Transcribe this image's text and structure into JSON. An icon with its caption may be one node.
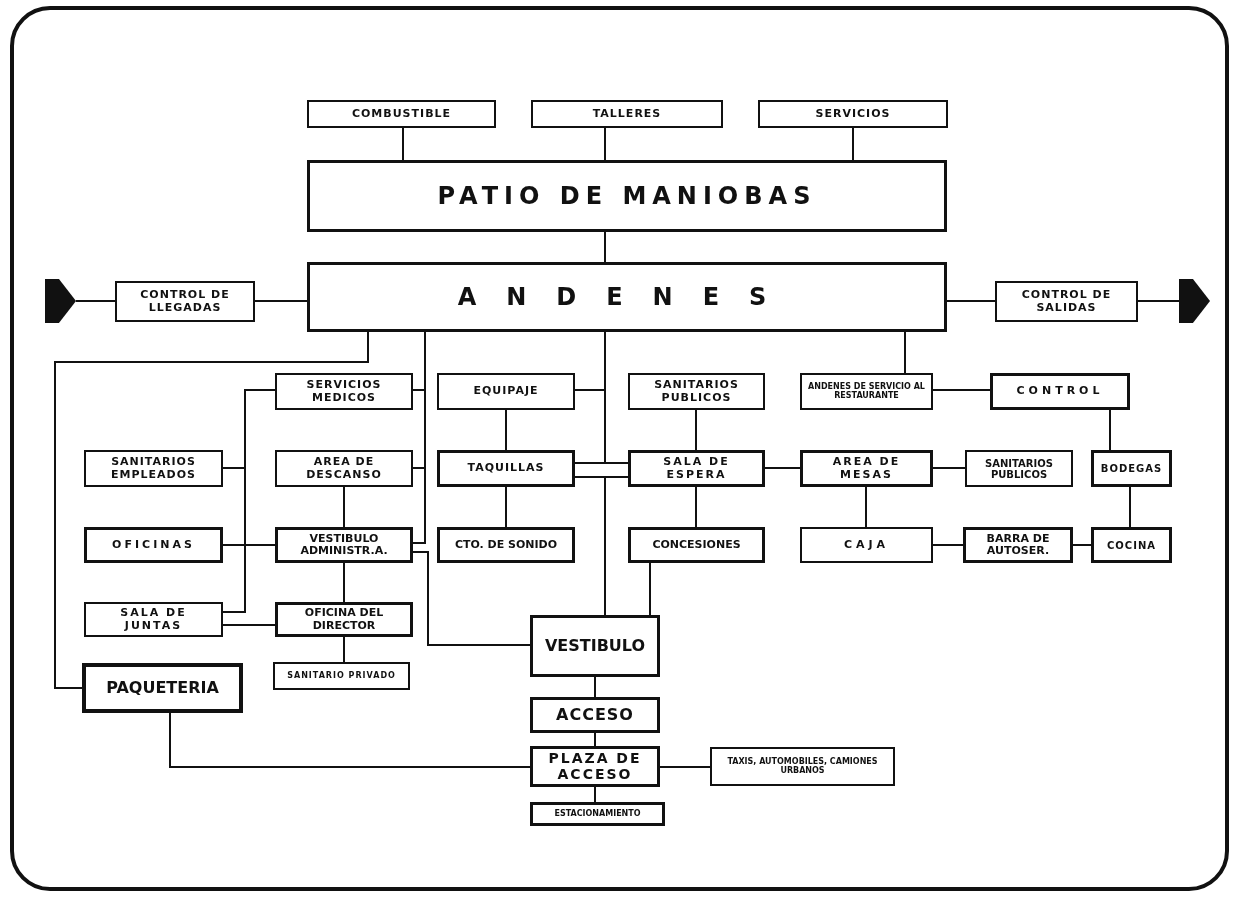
{
  "diagram": {
    "nodes": [
      {
        "text": [
          "COMBUSTIBLE"
        ]
      },
      {
        "text": [
          "TALLERES"
        ]
      },
      {
        "text": [
          "SERVICIOS"
        ]
      },
      {
        "text": [
          "PATIO DE MANIOBAS"
        ]
      },
      {
        "text": [
          "ANDENES"
        ]
      },
      {
        "text": [
          "CONTROL DE LLEGADAS"
        ]
      },
      {
        "text": [
          "CONTROL DE SALIDAS"
        ]
      },
      {
        "text": [
          "SERVICIOS MEDICOS"
        ]
      },
      {
        "text": [
          "EQUIPAJE"
        ]
      },
      {
        "text": [
          "SANITARIOS PUBLICOS"
        ]
      },
      {
        "text": [
          "ANDENES DE SERVICIO AL RESTAURANTE"
        ]
      },
      {
        "text": [
          "CONTROL"
        ]
      },
      {
        "text": [
          "SANITARIOS EMPLEADOS"
        ]
      },
      {
        "text": [
          "AREA DE DESCANSO"
        ]
      },
      {
        "text": [
          "TAQUILLAS"
        ]
      },
      {
        "text": [
          "SALA DE ESPERA"
        ]
      },
      {
        "text": [
          "AREA DE MESAS"
        ]
      },
      {
        "text": [
          "SANITARIOS PUBLICOS"
        ]
      },
      {
        "text": [
          "BODEGAS"
        ]
      },
      {
        "text": [
          "OFICINAS"
        ]
      },
      {
        "text": [
          "VESTIBULO ADMINISTR.A."
        ]
      },
      {
        "text": [
          "CTO. DE SONIDO"
        ]
      },
      {
        "text": [
          "CONCESIONES"
        ]
      },
      {
        "text": [
          "CAJA"
        ]
      },
      {
        "text": [
          "BARRA DE AUTOSER."
        ]
      },
      {
        "text": [
          "COCINA"
        ]
      },
      {
        "text": [
          "SALA DE JUNTAS"
        ]
      },
      {
        "text": [
          "OFICINA DEL DIRECTOR"
        ]
      },
      {
        "text": [
          "VESTIBULO"
        ]
      },
      {
        "text": [
          "PAQUETERIA"
        ]
      },
      {
        "text": [
          "SANITARIO PRIVADO"
        ]
      },
      {
        "text": [
          "ACCESO"
        ]
      },
      {
        "text": [
          "PLAZA DE ACCESO"
        ]
      },
      {
        "text": [
          "TAXIS, AUTOMOBILES, CAMIONES URBANOS"
        ]
      },
      {
        "text": [
          "ESTACIONAMIENTO"
        ]
      },
      {
        "text": [],
        "shape": "arrow"
      },
      {
        "text": [],
        "shape": "arrow"
      }
    ],
    "edges": [
      {
        "from": 0,
        "to": 3,
        "arrow": "none"
      },
      {
        "from": 1,
        "to": 3,
        "arrow": "none"
      },
      {
        "from": 2,
        "to": 3,
        "arrow": "none"
      },
      {
        "from": 3,
        "to": 4,
        "arrow": "none"
      },
      {
        "from": 5,
        "to": 4,
        "arrow": "none"
      },
      {
        "from": 4,
        "to": 6,
        "arrow": "none"
      },
      {
        "from": 35,
        "to": 5,
        "arrow": "none"
      },
      {
        "from": 6,
        "to": 36,
        "arrow": "none"
      },
      {
        "from": 4,
        "to": 29,
        "arrow": "none"
      },
      {
        "from": 4,
        "to": 7,
        "arrow": "none"
      },
      {
        "from": 4,
        "to": 13,
        "arrow": "none"
      },
      {
        "from": 4,
        "to": 20,
        "arrow": "none"
      },
      {
        "from": 20,
        "to": 28,
        "arrow": "none"
      },
      {
        "from": 4,
        "to": 8,
        "arrow": "none"
      },
      {
        "from": 4,
        "to": 14,
        "arrow": "none"
      },
      {
        "from": 4,
        "to": 15,
        "arrow": "none"
      },
      {
        "from": 28,
        "to": 14,
        "arrow": "none"
      },
      {
        "from": 28,
        "to": 15,
        "arrow": "none"
      },
      {
        "from": 8,
        "to": 14,
        "arrow": "none"
      },
      {
        "from": 14,
        "to": 21,
        "arrow": "none"
      },
      {
        "from": 9,
        "to": 15,
        "arrow": "none"
      },
      {
        "from": 15,
        "to": 22,
        "arrow": "none"
      },
      {
        "from": 22,
        "to": 28,
        "arrow": "none"
      },
      {
        "from": 15,
        "to": 16,
        "arrow": "none"
      },
      {
        "from": 4,
        "to": 10,
        "arrow": "none"
      },
      {
        "from": 10,
        "to": 11,
        "arrow": "none"
      },
      {
        "from": 11,
        "to": 18,
        "arrow": "none"
      },
      {
        "from": 16,
        "to": 17,
        "arrow": "none"
      },
      {
        "from": 16,
        "to": 23,
        "arrow": "none"
      },
      {
        "from": 23,
        "to": 24,
        "arrow": "none"
      },
      {
        "from": 24,
        "to": 25,
        "arrow": "none"
      },
      {
        "from": 18,
        "to": 25,
        "arrow": "none"
      },
      {
        "from": 7,
        "to": 12,
        "arrow": "none"
      },
      {
        "from": 7,
        "to": 26,
        "arrow": "none"
      },
      {
        "from": 19,
        "to": 20,
        "arrow": "none"
      },
      {
        "from": 13,
        "to": 20,
        "arrow": "none"
      },
      {
        "from": 20,
        "to": 27,
        "arrow": "none"
      },
      {
        "from": 26,
        "to": 27,
        "arrow": "none"
      },
      {
        "from": 27,
        "to": 30,
        "arrow": "none"
      },
      {
        "from": 28,
        "to": 31,
        "arrow": "none"
      },
      {
        "from": 31,
        "to": 32,
        "arrow": "none"
      },
      {
        "from": 32,
        "to": 34,
        "arrow": "none"
      },
      {
        "from": 32,
        "to": 33,
        "arrow": "none"
      },
      {
        "from": 29,
        "to": 32,
        "arrow": "none"
      }
    ]
  }
}
